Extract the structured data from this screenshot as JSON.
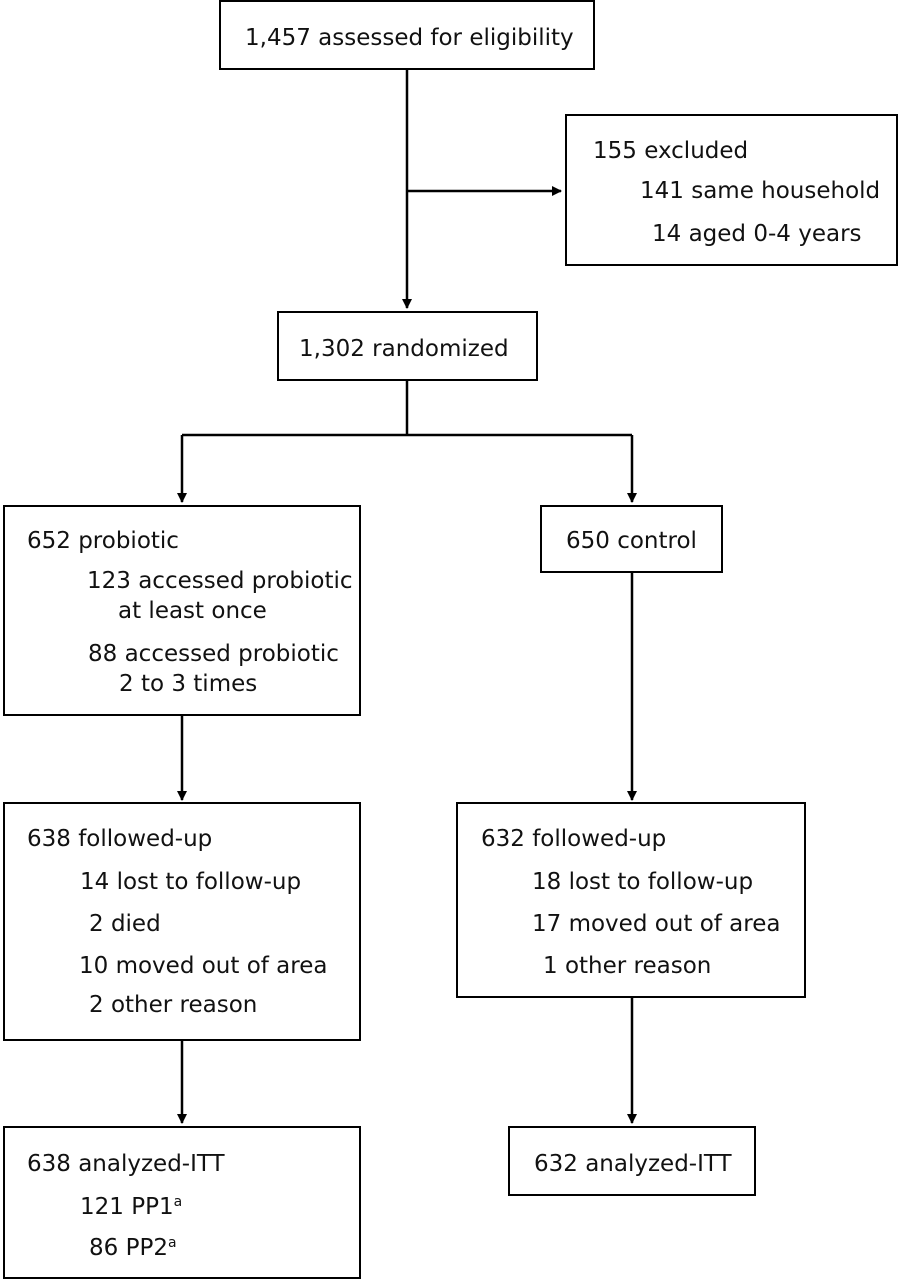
{
  "assessed": "1,457 assessed for eligibility",
  "excluded": {
    "title": "155 excluded",
    "items": [
      "141 same household",
      "14 aged 0-4 years"
    ]
  },
  "randomized": "1,302 randomized",
  "probiotic": {
    "title": "652 probiotic",
    "items": [
      [
        "123 accessed probiotic",
        "at least once"
      ],
      [
        "88 accessed probiotic",
        "2 to 3 times"
      ]
    ]
  },
  "control": {
    "title": "650 control"
  },
  "probiotic_followup": {
    "title": "638 followed-up",
    "items": [
      "14 lost to follow-up",
      "2 died",
      "10 moved out of area",
      "2 other reason"
    ]
  },
  "control_followup": {
    "title": "632 followed-up",
    "items": [
      "18 lost to follow-up",
      "17 moved out of area",
      "1 other reason"
    ]
  },
  "probiotic_analysis": {
    "title": "638 analyzed-ITT",
    "items": [
      "121 PP1",
      "86 PP2"
    ],
    "footnote_marker": "a"
  },
  "control_analysis": {
    "title": "632 analyzed-ITT"
  }
}
